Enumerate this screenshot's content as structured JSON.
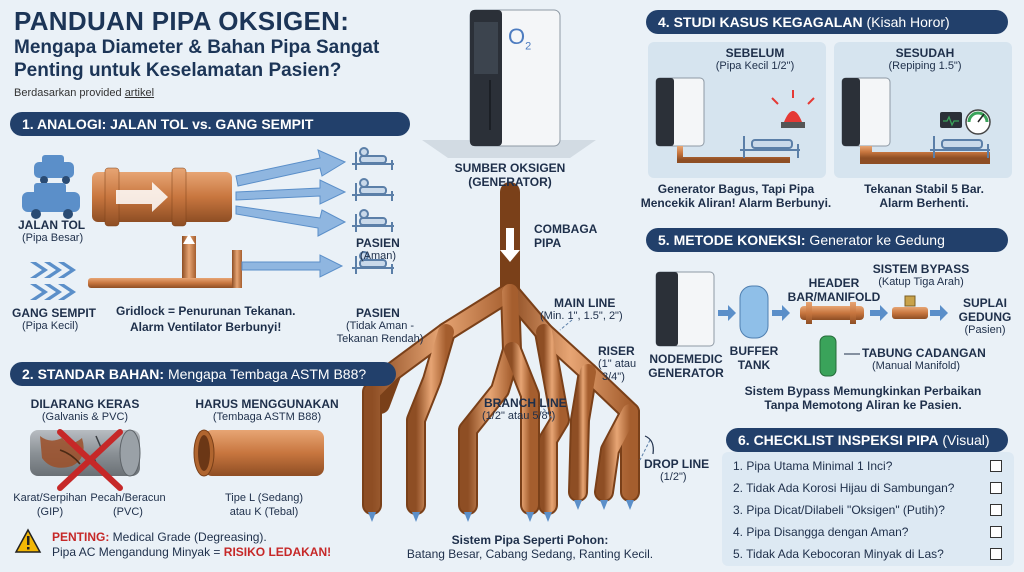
{
  "header": {
    "title": "PANDUAN PIPA OKSIGEN:",
    "subtitle_line1": "Mengapa Diameter & Bahan Pipa Sangat",
    "subtitle_line2": "Penting untuk Keselamatan Pasien?",
    "source_prefix": "Berdasarkan provided",
    "source_link": "artikel"
  },
  "s1": {
    "title": "1. ANALOGI: JALAN TOL vs. GANG SEMPIT",
    "jalan_tol": "JALAN TOL",
    "pipa_besar": "(Pipa Besar)",
    "gang_sempit": "GANG SEMPIT",
    "pipa_kecil": "(Pipa Kecil)",
    "pasien1": "PASIEN",
    "aman": "(Aman)",
    "pasien2": "PASIEN",
    "tidak_aman1": "(Tidak Aman -",
    "tidak_aman2": "Tekanan Rendah)",
    "gridlock1": "Gridlock = Penurunan Tekanan.",
    "gridlock2": "Alarm Ventilator Berbunyi!"
  },
  "s2": {
    "title_bold": "2. STANDAR BAHAN:",
    "title_rest": " Mengapa Tembaga ASTM B88?",
    "dilarang": "DILARANG KERAS",
    "dilarang_sub": "(Galvanis & PVC)",
    "harus": "HARUS MENGGUNAKAN",
    "harus_sub": "(Tembaga ASTM B88)",
    "karat1": "Karat/Serpihan",
    "karat2": "(GIP)",
    "pecah1": "Pecah/Beracun",
    "pecah2": "(PVC)",
    "tipe1": "Tipe L (Sedang)",
    "tipe2": "atau K (Tebal)",
    "penting_label": "PENTING:",
    "penting_text": " Medical Grade (Degreasing).",
    "ac_text": "Pipa AC Mengandung Minyak = ",
    "risiko": "RISIKO LEDAKAN!"
  },
  "center": {
    "sumber1": "SUMBER OKSIGEN",
    "sumber2": "(GENERATOR)",
    "o2": "O",
    "o2_sub": "2",
    "combaga1": "COMBAGA",
    "combaga2": "PIPA",
    "main_line": "MAIN LINE",
    "main_sub": "(Min. 1\", 1.5\", 2\")",
    "riser": "RISER",
    "riser1": "(1\" atau",
    "riser2": "3/4\")",
    "branch": "BRANCH LINE",
    "branch_sub": "(1/2\" atau 5/8\")",
    "drop": "DROP LINE",
    "drop_sub": "(1/2\")",
    "tree1": "Sistem Pipa Seperti Pohon:",
    "tree2": "Batang Besar, Cabang Sedang, Ranting Kecil."
  },
  "s4": {
    "title_bold": "4. STUDI KASUS KEGAGALAN",
    "title_rest": " (Kisah Horor)",
    "sebelum": "SEBELUM",
    "sebelum_sub": "(Pipa Kecil 1/2\")",
    "sesudah": "SESUDAH",
    "sesudah_sub": "(Repiping 1.5\")",
    "before1": "Generator Bagus, Tapi Pipa",
    "before2": "Mencekik Aliran! Alarm Berbunyi.",
    "after1": "Tekanan Stabil 5 Bar.",
    "after2": "Alarm Berhenti."
  },
  "s5": {
    "title_bold": "5. METODE KONEKSI:",
    "title_rest": " Generator ke Gedung",
    "nodemedic1": "NODEMEDIC",
    "nodemedic2": "GENERATOR",
    "buffer1": "BUFFER",
    "buffer2": "TANK",
    "header1": "HEADER",
    "header2": "BAR/MANIFOLD",
    "bypass": "SISTEM BYPASS",
    "bypass_sub": "(Katup Tiga Arah)",
    "suplai1": "SUPLAI",
    "suplai2": "GEDUNG",
    "suplai3": "(Pasien)",
    "tabung": "TABUNG CADANGAN",
    "tabung_sub": "(Manual Manifold)",
    "note1": "Sistem Bypass Memungkinkan Perbaikan",
    "note2": "Tanpa Memotong Aliran ke Pasien."
  },
  "s6": {
    "title_bold": "6. CHECKLIST INSPEKSI PIPA",
    "title_rest": " (Visual)",
    "items": [
      "1. Pipa Utama Minimal 1 Inci?",
      "2. Tidak Ada Korosi Hijau di Sambungan?",
      "3. Pipa Dicat/Dilabeli \"Oksigen\" (Putih)?",
      "4. Pipa Disangga dengan Aman?",
      "5. Tidak Ada Kebocoran Minyak di Las?"
    ]
  },
  "colors": {
    "navy": "#22406b",
    "copper": "#c8763f",
    "arrow_blue": "#5b8fc9",
    "alarm_red": "#d92b2b",
    "ok_green": "#3aa35a"
  }
}
